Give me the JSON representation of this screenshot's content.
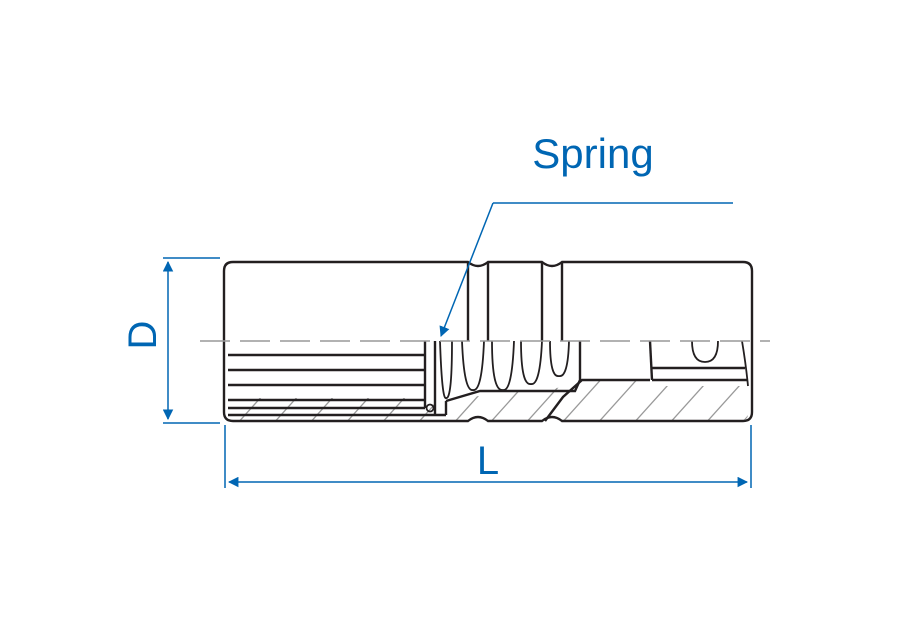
{
  "labels": {
    "spring": "Spring",
    "diameter": "D",
    "length": "L"
  },
  "colors": {
    "dimension": "#0066b3",
    "outline": "#231f20",
    "hatch": "#999999",
    "centerline": "#999999"
  }
}
